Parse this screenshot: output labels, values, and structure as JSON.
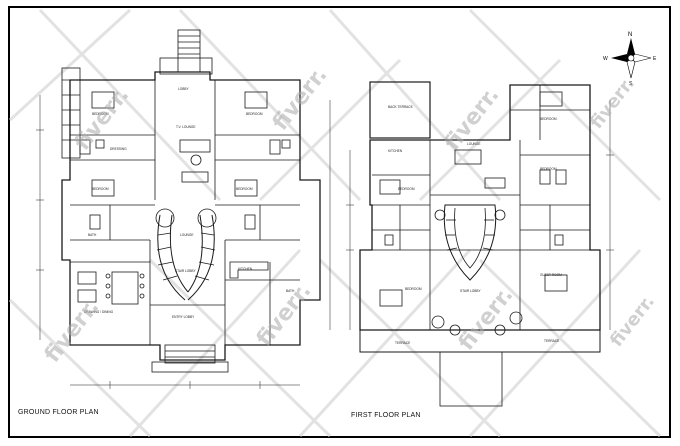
{
  "captions": {
    "ground_floor": "GROUND FLOOR PLAN",
    "first_floor": "FIRST FLOOR PLAN"
  },
  "compass": {
    "north": "N",
    "south": "S",
    "east": "E",
    "west": "W"
  },
  "watermark": {
    "text": "fiverr."
  },
  "ground_rooms": {
    "lobby": "LOBBY",
    "tv_lounge": "T.V. LOUNGE",
    "bedroom": "BEDROOM",
    "dressing": "DRESSING",
    "kitchen": "KITCHEN",
    "bath": "BATH",
    "lounge": "LOUNGE",
    "stair_lobby": "STAIR LOBBY",
    "drawing": "DRAWING / DINING",
    "entry_lobby": "ENTRY LOBBY",
    "bath2": "BATH"
  },
  "first_rooms": {
    "back_terrace": "BACK TERRACE",
    "kitchen": "KITCHEN",
    "lounge": "LOUNGE",
    "bedroom": "BEDROOM",
    "stair_lobby": "STAIR LOBBY",
    "guest_room": "GUEST ROOM",
    "terrace": "TERRACE",
    "terrace2": "TERRACE"
  },
  "colors": {
    "line": "#1a1a1a",
    "frame": "#000000",
    "watermark": "#aaaaaa"
  }
}
